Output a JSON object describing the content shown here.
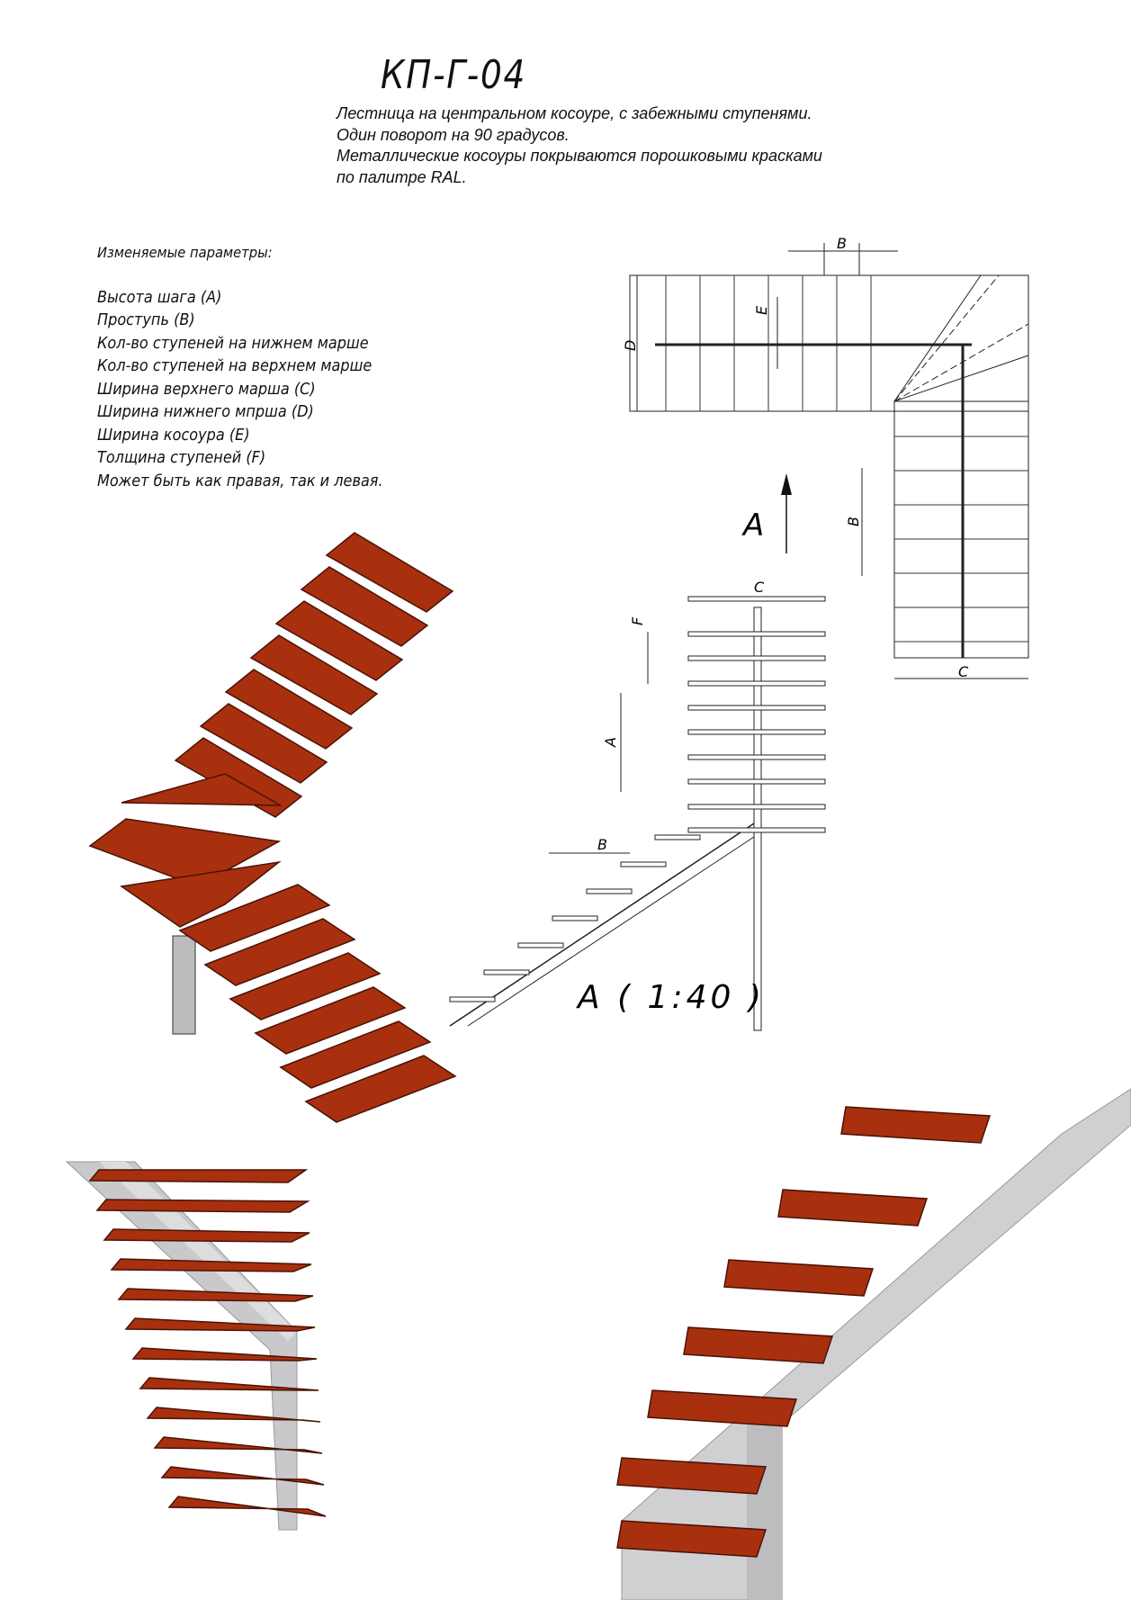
{
  "title": "КП-Г-04",
  "description": [
    "Лестница на центральном косоуре, с забежными ступенями.",
    "Один поворот на 90 градусов.",
    "Металлические косоуры покрываются порошковыми красками",
    "по палитре RAL."
  ],
  "params": {
    "header": "Изменяемые параметры:",
    "items": [
      "Высота шага (A)",
      "Проступь (B)",
      "Кол-во ступеней на нижнем марше",
      "Кол-во ступеней на верхнем марше",
      "Ширина верхнего марша (C)",
      "Ширина нижнего мпрша (D)",
      "Ширина косоура (E)",
      "Толщина ступеней (F)",
      "Может быть как правая, так и левая."
    ]
  },
  "drawing": {
    "plan_labels": {
      "b_top": "B",
      "e": "E",
      "d": "D",
      "b_side": "B",
      "c": "C"
    },
    "view_arrow_label": "A",
    "side_labels": {
      "c": "C",
      "f": "F",
      "a": "A",
      "b": "B"
    },
    "side_view_caption": "A ( 1:40 )"
  },
  "colors": {
    "tread": "#a8300f",
    "tread_edge": "#4a1205",
    "metal": "#c9c9cc"
  }
}
